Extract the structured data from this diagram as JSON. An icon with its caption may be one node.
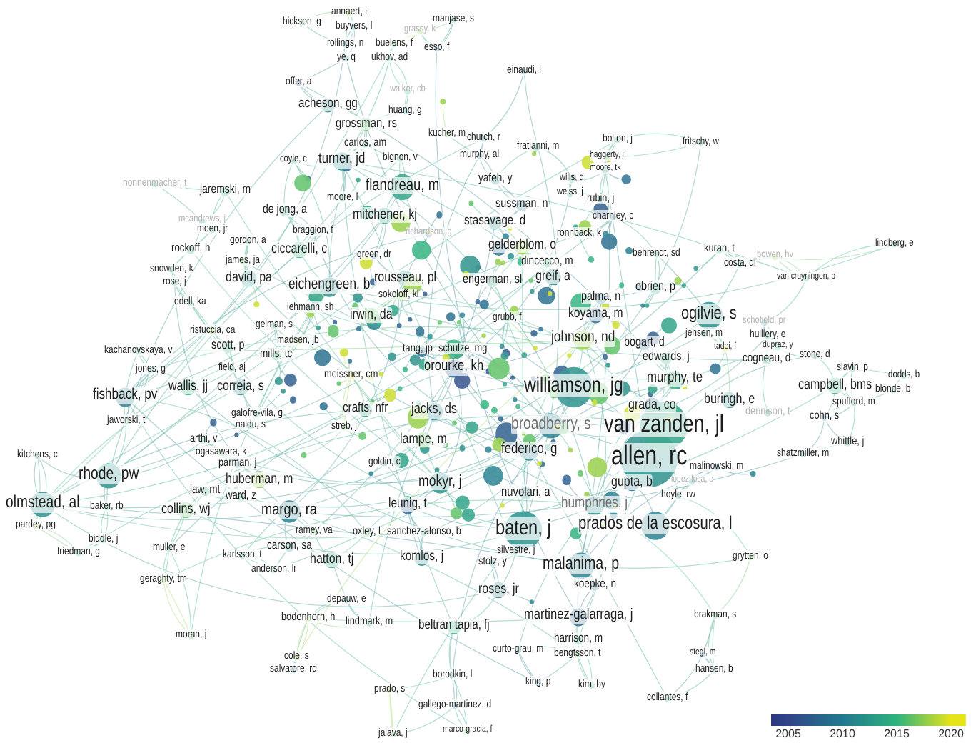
{
  "diagram": {
    "labels": [
      "annaert, j",
      "manjase, s",
      "hickson, g",
      "buyvers, l",
      "grassy, k",
      "rollings, n",
      "buelens, f",
      "esso, f",
      "ye, q",
      "ukhov, ad",
      "einaudi, l",
      "offer, a",
      "walker, cb",
      "acheson, gg",
      "huang, g",
      "grossman, rs",
      "kucher, m",
      "church, r",
      "bolton, j",
      "carlos, am",
      "fritschy, w",
      "fratianni, m",
      "murphy, al",
      "bignon, v",
      "haggerty, j",
      "coyle, c",
      "turner, jd",
      "moore, tk",
      "yafeh, y",
      "wills, d",
      "nonnenmacher, t",
      "flandreau, m",
      "jaremski, m",
      "weiss, j",
      "moore, l",
      "rubin, j",
      "sussman, n",
      "de jong, a",
      "mitchener, kj",
      "charnley, c",
      "mcandrews, j",
      "stasavage, d",
      "richardson, g",
      "moen, jr",
      "braggion, f",
      "ronnback, k",
      "gordon, a",
      "lindberg, e",
      "gelderblom, o",
      "rockoff, h",
      "ciccarelli, c",
      "kuran, t",
      "behrendt, sd",
      "green, dr",
      "bowen, hv",
      "james, ja",
      "dincecco, m",
      "costa, dl",
      "snowden, k",
      "greif, a",
      "rousseau, pl",
      "david, pa",
      "van cruyningen, p",
      "rose, j",
      "engerman, sl",
      "eichengreen, b",
      "obrien, p",
      "sokoloff, kl",
      "palma, n",
      "odell, ka",
      "lehmann, sh",
      "irwin, da",
      "koyama, m",
      "ogilvie, s",
      "grubb, f",
      "gelman, s",
      "schofield, pr",
      "ristuccia, ca",
      "huillery, e",
      "jensen, m",
      "johnson, nd",
      "madsen, jb",
      "bogart, d",
      "dupraz, y",
      "scott, p",
      "tang, jp",
      "schulze, mg",
      "tadei, f",
      "kachanovskaya, v",
      "mills, tc",
      "stone, d",
      "edwards, j",
      "cogneau, d",
      "orourke, kh",
      "slavin, p",
      "field, aj",
      "jones, g",
      "meissner, cm",
      "dodds, b",
      "murphy, te",
      "campbell, bms",
      "williamson, jg",
      "wallis, jj",
      "correia, s",
      "blonde, b",
      "fishback, pv",
      "buringh, e",
      "spufford, m",
      "grada, co",
      "crafts, nfr",
      "jacks, ds",
      "dennison, t",
      "galofre-vila, g",
      "cohn, s",
      "jaworski, t",
      "naidu, s",
      "broadberry, s",
      "van zanden, jl",
      "streb, j",
      "arthi, v",
      "lampe, m",
      "whittle, j",
      "federico, g",
      "ogasawara, k",
      "shatzmiller, m",
      "kitchens, c",
      "allen, rc",
      "goldin, c",
      "parman, j",
      "malinowski, m",
      "rhode, pw",
      "gupta, b",
      "huberman, m",
      "mokyr, j",
      "lopez-losa, e",
      "law, mt",
      "nuvolari, a",
      "hoyle, rw",
      "ward, z",
      "olmstead, al",
      "humphries, j",
      "leunig, t",
      "baker, rb",
      "collins, wj",
      "margo, ra",
      "prados de la escosura, l",
      "pardey, pg",
      "baten, j",
      "ramey, va",
      "oxley, l",
      "sanchez-alonso, b",
      "biddle, j",
      "carson, sa",
      "muller, e",
      "silvestre, j",
      "friedman, g",
      "karlsson, t",
      "grytten, o",
      "komlos, j",
      "hatton, tj",
      "stolz, y",
      "malanima, p",
      "anderson, lr",
      "geraghty, tm",
      "koepke, n",
      "roses, jr",
      "depauw, e",
      "brakman, s",
      "martinez-galarraga, j",
      "bodenhorn, h",
      "lindmark, m",
      "beltran tapia, fj",
      "moran, j",
      "harrison, m",
      "curto-grau, m",
      "bengtsson, t",
      "stegl, m",
      "cole, s",
      "hansen, b",
      "salvatore, rd",
      "borodkin, l",
      "king, p",
      "kim, by",
      "prado, s",
      "collantes, f",
      "gallego-martinez, d",
      "marco-gracia, f",
      "jalava, j"
    ],
    "legend": [
      {
        "text": "2005",
        "color": "#30448a"
      },
      {
        "text": "2010",
        "color": "#21798e"
      },
      {
        "text": "2015",
        "color": "#2eb37c"
      },
      {
        "text": "2020",
        "color": "#e6e419"
      }
    ]
  }
}
